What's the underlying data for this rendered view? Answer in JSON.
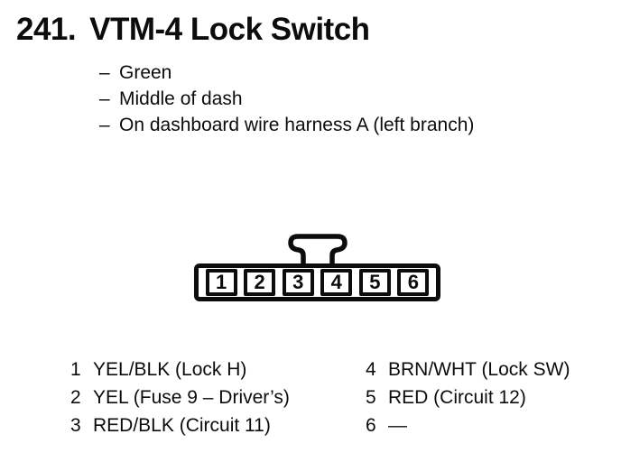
{
  "header": {
    "section_number": "241.",
    "title": "VTM-4 Lock Switch"
  },
  "details": {
    "marker": "–",
    "items": [
      "Green",
      "Middle of dash",
      "On dashboard wire harness A (left branch)"
    ]
  },
  "connector": {
    "cavities": [
      "1",
      "2",
      "3",
      "4",
      "5",
      "6"
    ]
  },
  "pins": {
    "left": [
      {
        "num": "1",
        "desc": "YEL/BLK (Lock H)"
      },
      {
        "num": "2",
        "desc": "YEL (Fuse 9 – Driver’s)"
      },
      {
        "num": "3",
        "desc": "RED/BLK (Circuit 11)"
      }
    ],
    "right": [
      {
        "num": "4",
        "desc": "BRN/WHT (Lock SW)"
      },
      {
        "num": "5",
        "desc": "RED (Circuit 12)"
      },
      {
        "num": "6",
        "desc": "—"
      }
    ]
  },
  "colors": {
    "ink": "#0c0c0c",
    "paper": "#ffffff"
  }
}
